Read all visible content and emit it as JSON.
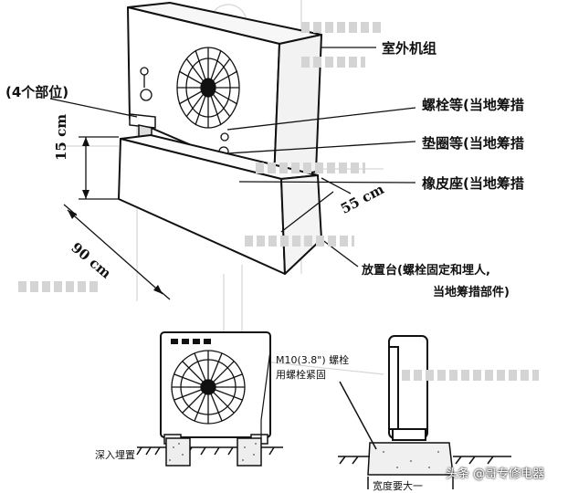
{
  "labels": {
    "outdoor_unit": "室外机组",
    "four_parts": "(4个部位)",
    "bolts": "螺栓等(当地筹措",
    "washers": "垫圈等(当地筹措",
    "rubber_seat": "橡皮座(当地筹措",
    "platform_line1": "放置台(螺栓固定和埋人,",
    "platform_line2": "当地筹措部件)",
    "dim_15": "15 cm",
    "dim_55": "55 cm",
    "dim_90": "90 cm",
    "m10_line1": "M10(3.8\") 螺栓",
    "m10_line2": "用螺栓紧固",
    "deep_embed": "深入埋置",
    "width_more": "宽度要大一"
  },
  "watermark": "头条 @哥专修电器"
}
